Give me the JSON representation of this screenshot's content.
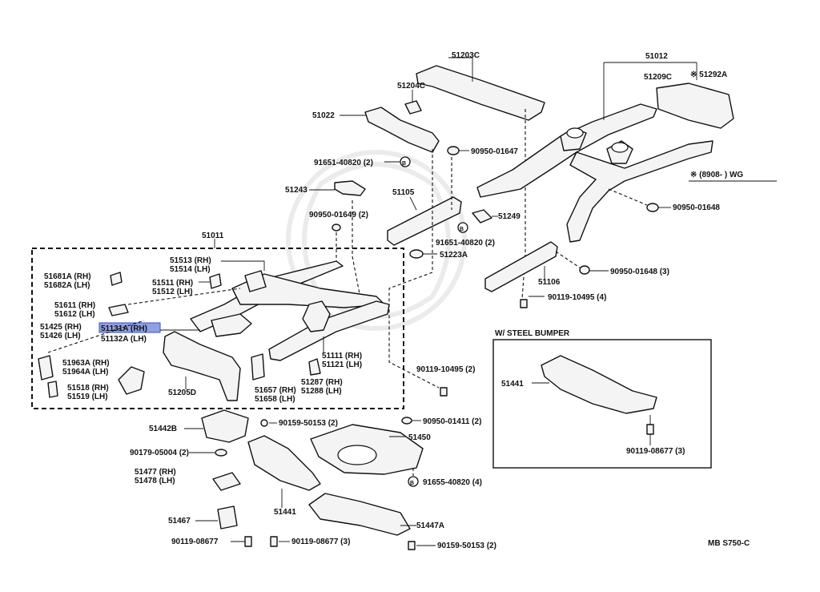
{
  "diagram": {
    "labels": {
      "p51203C": "51203C",
      "p51204C": "51204C",
      "p51022": "51022",
      "p90950_01647": "90950-01647",
      "p91651_40820_top": "91651-40820 (2)",
      "p51243": "51243",
      "p51105": "51105",
      "p90950_01649": "90950-01649 (2)",
      "p51249": "51249",
      "p91651_40820_mid": "91651-40820 (2)",
      "p51223A": "51223A",
      "p51012": "51012",
      "p51209C": "51209C",
      "p51292A": "※ 51292A",
      "p8908": "※ (8908-        ) WG",
      "p90950_01648": "90950-01648",
      "p90950_01648_3": "90950-01648 (3)",
      "p51106": "51106",
      "p90119_10495_4": "90119-10495 (4)",
      "p51011": "51011",
      "p51513": "51513 (RH)",
      "p51514": "51514 (LH)",
      "p51681A": "51681A (RH)",
      "p51682A": "51682A (LH)",
      "p51511": "51511 (RH)",
      "p51512": "51512 (LH)",
      "p51611": "51611 (RH)",
      "p51612": "51612 (LH)",
      "p51425": "51425 (RH)",
      "p51426": "51426 (LH)",
      "p51131A": "51131A (RH)",
      "p51132A": "51132A (LH)",
      "p51963A": "51963A (RH)",
      "p51964A": "51964A (LH)",
      "p51518": "51518 (RH)",
      "p51519": "51519 (LH)",
      "p51205D": "51205D",
      "p51111": "51111 (RH)",
      "p51121": "51121 (LH)",
      "p51657": "51657 (RH)",
      "p51658": "51658 (LH)",
      "p51287": "51287 (RH)",
      "p51288": "51288 (LH)",
      "p90119_10495_2": "90119-10495 (2)",
      "p51442B": "51442B",
      "p90159_50153_2": "90159-50153 (2)",
      "p90179_05004": "90179-05004 (2)",
      "p51477": "51477 (RH)",
      "p51478": "51478 (LH)",
      "p51467": "51467",
      "p90119_08677": "90119-08677",
      "p90119_08677_3": "90119-08677 (3)",
      "p51441": "51441",
      "p51450": "51450",
      "p90950_01411": "90950-01411 (2)",
      "p91655_40820": "91655-40820 (4)",
      "p51447A": "51447A",
      "p90159_50153_2b": "90159-50153 (2)",
      "steel_title": "W/ STEEL  BUMPER",
      "steel_51441": "51441",
      "steel_90119": "90119-08677 (3)",
      "code": "MB  S750-C",
      "b_symbol": "B"
    },
    "highlight_color": "#8fa0e8"
  }
}
